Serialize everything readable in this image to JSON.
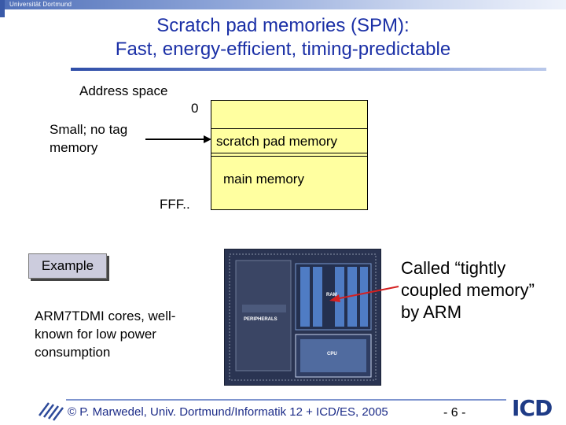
{
  "header": {
    "university": "Universität Dortmund",
    "title_line1": "Scratch pad memories (SPM):",
    "title_line2": "Fast, energy-efficient, timing-predictable"
  },
  "diagram": {
    "address_space_label": "Address space",
    "zero_label": "0",
    "small_line1": "Small; no tag",
    "small_line2": "memory",
    "spm_label": "scratch pad memory",
    "main_label": "main memory",
    "end_label": "FFF.."
  },
  "example": {
    "badge": "Example",
    "desc_line1": "ARM7TDMI cores, well-",
    "desc_line2": "known for low power",
    "desc_line3": "consumption"
  },
  "chip": {
    "ram_label": "RAM",
    "peripherals_label": "PERIPHERALS",
    "cpu_label": "CPU"
  },
  "callout": {
    "line1": "Called “tightly",
    "line2": "coupled memory”",
    "line3": "by ARM"
  },
  "footer": {
    "credit": "© P. Marwedel, Univ. Dortmund/Informatik 12 + ICD/ES, 2005",
    "page": "- 6 -",
    "logo_text": "ICD"
  },
  "colors": {
    "title": "#1a2fa6",
    "memory_fill": "#ffffa0",
    "callout_arrow": "#d42020",
    "footer_text": "#1c2c88"
  }
}
